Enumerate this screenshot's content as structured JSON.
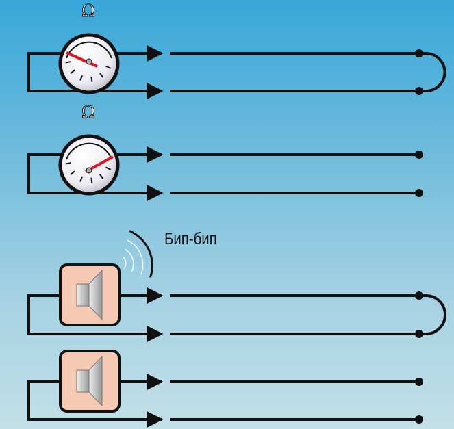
{
  "labels": {
    "omega": "Ω",
    "beep": "Бип-бип"
  },
  "circuits": [
    {
      "device": "ohmmeter-icon",
      "loop_closed": true,
      "needle": "low-resistance"
    },
    {
      "device": "ohmmeter-icon",
      "loop_closed": false,
      "needle": "high-resistance"
    },
    {
      "device": "speaker-icon",
      "loop_closed": true,
      "sound": true
    },
    {
      "device": "speaker-icon",
      "loop_closed": false,
      "sound": false
    }
  ],
  "colors": {
    "wire": "#111111",
    "needle": "#e0141a",
    "speaker_box": "#f6c9b4"
  }
}
